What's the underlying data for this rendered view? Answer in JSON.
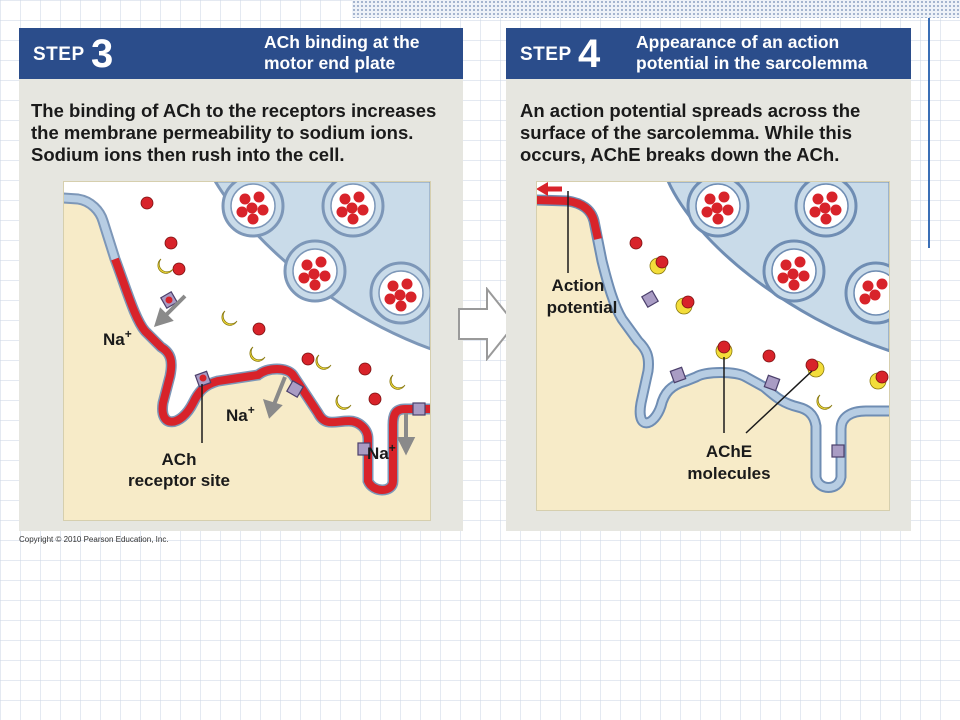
{
  "step3": {
    "step_word": "STEP",
    "step_number": "3",
    "title_line1": "ACh binding at the",
    "title_line2": "motor end plate",
    "body_line1": "The binding of ACh to the receptors increases",
    "body_line2": "the membrane permeability to sodium ions.",
    "body_line3": "Sodium ions then rush into the cell.",
    "labels": {
      "na": "Na",
      "plus": "+",
      "ach_receptor_line1": "ACh",
      "ach_receptor_line2": "receptor site"
    }
  },
  "step4": {
    "step_word": "STEP",
    "step_number": "4",
    "title_line1": "Appearance of an action",
    "title_line2": "potential in the sarcolemma",
    "body_line1": "An action potential spreads across the",
    "body_line2": "surface of the sarcolemma. While this",
    "body_line3": "occurs, AChE breaks down the ACh.",
    "labels": {
      "action_line1": "Action",
      "action_line2": "potential",
      "ache_line1": "AChE",
      "ache_line2": "molecules"
    }
  },
  "copyright": "Copyright © 2010 Pearson Education, Inc.",
  "colors": {
    "header": "#2b4d8b",
    "panel": "#e6e6e0",
    "cytoplasm": "#f7ebc8",
    "terminal": "#c9dbe9",
    "membrane_active": "#d8232a",
    "membrane_resting": "#b7cde3",
    "ach": "#d8232a",
    "ache": "#f3dd3a",
    "receptor": "#a99cc4"
  }
}
